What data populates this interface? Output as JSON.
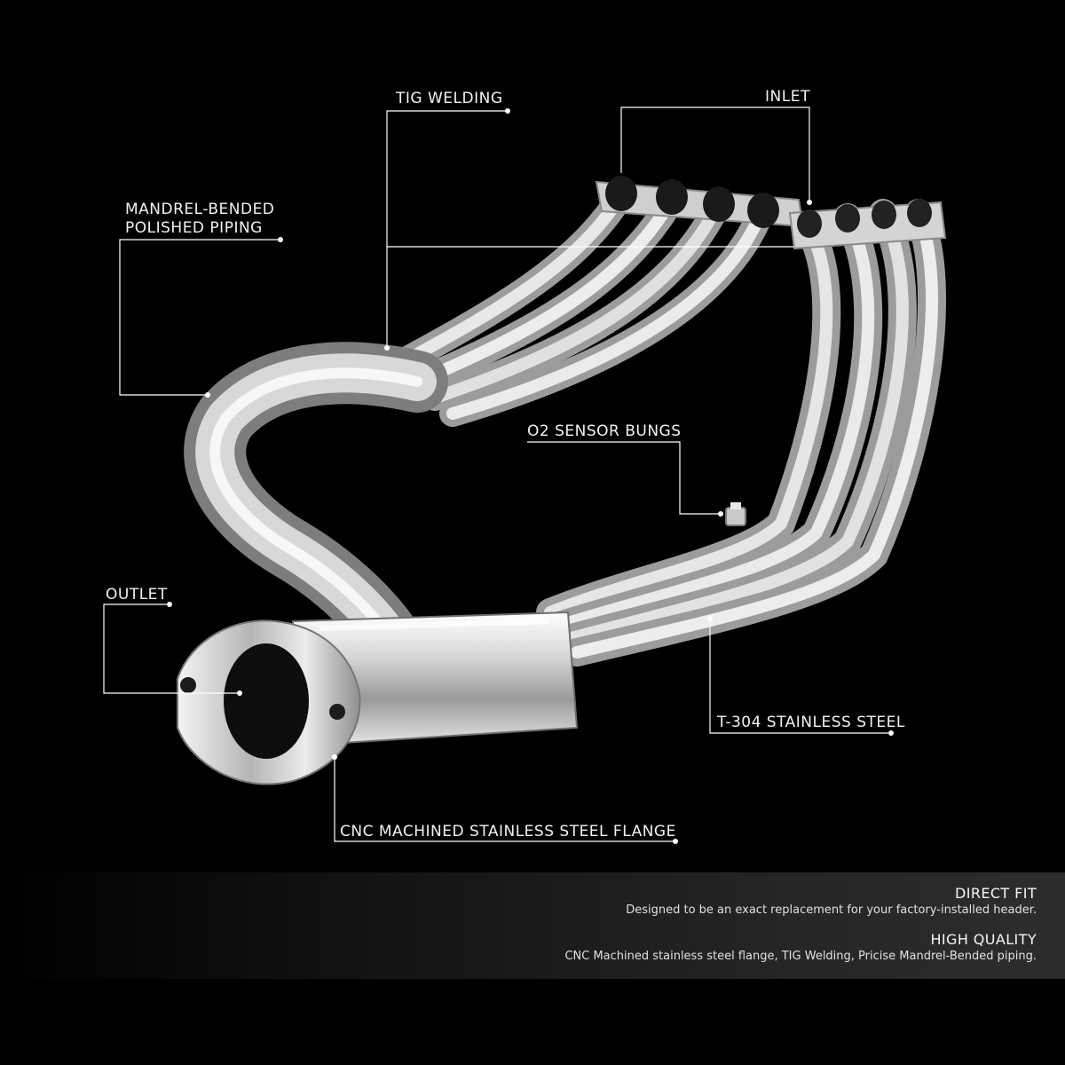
{
  "callouts": {
    "tig_welding": "TIG WELDING",
    "inlet": "INLET",
    "mandrel_line1": "MANDREL-BENDED",
    "mandrel_line2": "POLISHED PIPING",
    "o2_sensor": "O2 SENSOR BUNGS",
    "outlet": "OUTLET",
    "t304": "T-304 STAINLESS STEEL",
    "cnc_flange": "CNC MACHINED STAINLESS STEEL FLANGE"
  },
  "features": [
    {
      "title": "DIRECT FIT",
      "description": "Designed to be an exact replacement for your factory-installed header."
    },
    {
      "title": "HIGH QUALITY",
      "description": "CNC Machined stainless steel flange, TIG Welding, Pricise Mandrel-Bended piping."
    }
  ],
  "colors": {
    "background": "#000000",
    "text": "#f2f2f2",
    "chrome": "#d9d9d9"
  }
}
